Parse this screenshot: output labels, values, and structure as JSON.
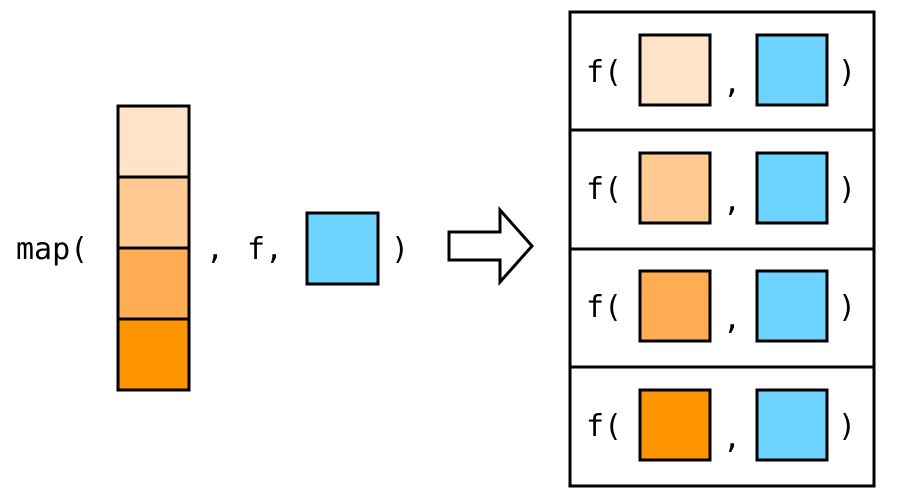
{
  "input": {
    "call_prefix": "map(",
    "sep_after_vector": ",",
    "function_name": "f,",
    "call_suffix": ")",
    "vector_colors": [
      "#ffe3c8",
      "#ffca92",
      "#ffac55",
      "#ff9500"
    ],
    "extra_arg_color": "#6ed3ff"
  },
  "output": {
    "rows": [
      {
        "call": "f(",
        "comma": ",",
        "close": ")",
        "elem_color": "#ffe3c8",
        "arg_color": "#6ed3ff"
      },
      {
        "call": "f(",
        "comma": ",",
        "close": ")",
        "elem_color": "#ffca92",
        "arg_color": "#6ed3ff"
      },
      {
        "call": "f(",
        "comma": ",",
        "close": ")",
        "elem_color": "#ffac55",
        "arg_color": "#6ed3ff"
      },
      {
        "call": "f(",
        "comma": ",",
        "close": ")",
        "elem_color": "#ff9500",
        "arg_color": "#6ed3ff"
      }
    ]
  },
  "arrow": {
    "icon": "right-arrow-icon",
    "fill": "#ffffff",
    "stroke": "#000000"
  }
}
